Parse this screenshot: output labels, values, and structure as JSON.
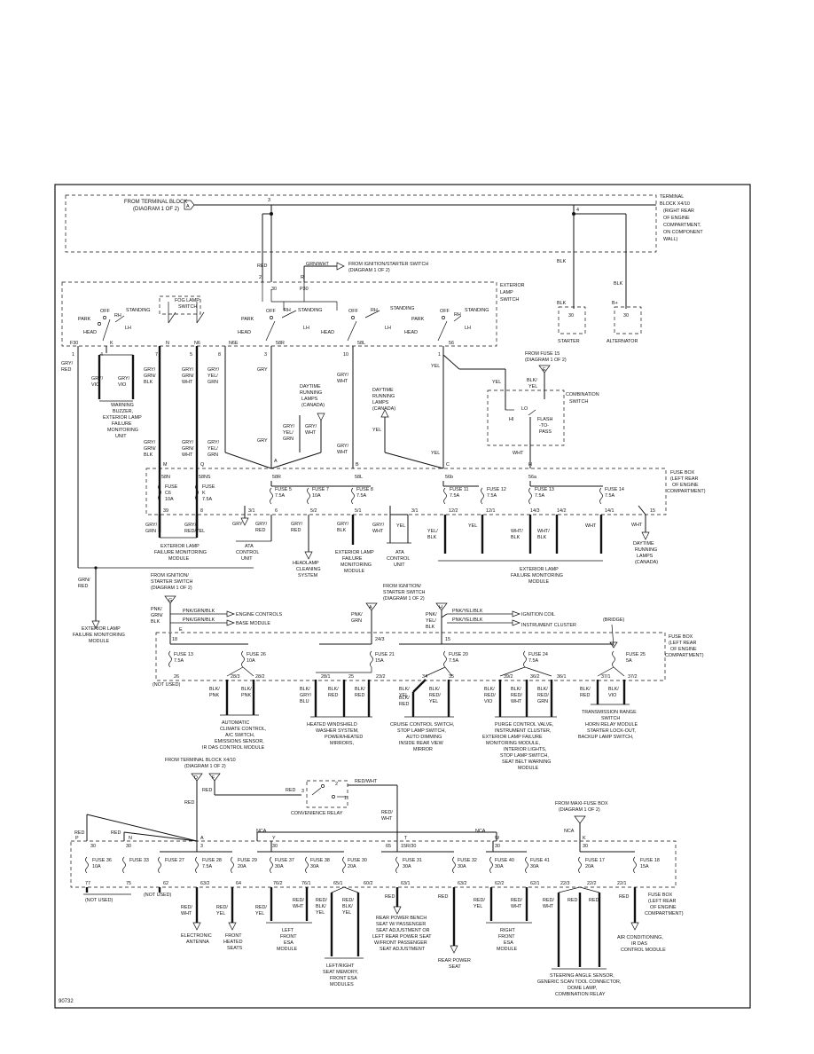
{
  "diagram_id": "90732",
  "terminal_block": {
    "from_label": [
      "FROM TERMINAL BLOCK",
      "(DIAGRAM 1 OF 2)"
    ],
    "pin_a": "A",
    "pin_3": "3",
    "pin_4": "4",
    "name": [
      "TERMINAL",
      "BLOCK X4/10",
      "(RIGHT REAR",
      "OF ENGINE",
      "COMPARTMENT,",
      "ON COMPONENT",
      "WALL)"
    ]
  },
  "ignition_from": [
    "FROM IGNITION/STARTER SWITCH",
    "(DIAGRAM 1 OF 2)"
  ],
  "ignition_wire": "GRN/WHT",
  "ignition_pin": "R",
  "lamp_switch": {
    "name": [
      "EXTERIOR",
      "LAMP",
      "SWITCH"
    ],
    "off": "OFF",
    "park": "PARK",
    "head": "HEAD",
    "standing": "STANDING",
    "rh": "RH",
    "lh": "LH",
    "fog": [
      "FOG LAMP",
      "SWITCH"
    ],
    "pins_top": [
      "2",
      "30",
      "P30"
    ],
    "pins_bottom": [
      "F30",
      "K",
      "N",
      "N6",
      "N6E",
      "58R",
      "58L",
      "56"
    ],
    "wire_nums": [
      "1",
      "4",
      "7",
      "5",
      "8",
      "3",
      "10",
      "1"
    ]
  },
  "red": "RED",
  "blk": "BLK",
  "bplus": "B+",
  "starter": {
    "pin": "30",
    "label": "STARTER"
  },
  "alternator": {
    "pin": "30",
    "label": "ALTERNATOR"
  },
  "left_wires": {
    "gry_red": [
      "GRY/",
      "RED"
    ],
    "gry_vio": [
      "GRY/",
      "VIO"
    ],
    "warning": [
      "WARNING",
      "BUZZER,",
      "EXTERIOR LAMP",
      "FAILURE",
      "MONITORING",
      "UNIT"
    ],
    "gry_grn_blk": [
      "GRY/",
      "GRN/",
      "BLK"
    ],
    "gry_grn_wht": [
      "GRY/",
      "GRN/",
      "WHT"
    ],
    "gry_yel_grn": [
      "GRY/",
      "YEL/",
      "GRN"
    ],
    "gry": "GRY",
    "yel": "YEL",
    "gry_wht": [
      "GRY/",
      "WHT"
    ]
  },
  "daytime_canada": [
    "DAYTIME",
    "RUNNING",
    "LAMPS",
    "(CANADA)"
  ],
  "combo_switch": {
    "from": [
      "FROM FUSE 15",
      "(DIAGRAM 1 OF 2)"
    ],
    "pin": "E",
    "wire_blk_yel": [
      "BLK/",
      "YEL"
    ],
    "name": [
      "COMBINATION",
      "SWITCH"
    ],
    "lo": "LO",
    "hi": "HI",
    "flash": [
      "FLASH",
      "-TO-",
      "PASS"
    ],
    "yel": "YEL",
    "wht": "WHT"
  },
  "fusebox_upper": {
    "name": [
      "FUSE BOX",
      "(LEFT REAR",
      "OF ENGINE",
      "COMPARTMENT)"
    ],
    "pins_top": [
      "M",
      "Q",
      "A",
      "B",
      "C",
      "H"
    ],
    "labels_top": [
      "58N",
      "58NS",
      "58R",
      "58L",
      "56b",
      "56a"
    ],
    "fuses": [
      [
        "FUSE",
        "C6",
        "10A"
      ],
      [
        "FUSE",
        "K",
        "7.5A"
      ],
      [
        "FUSE 5",
        "7.5A"
      ],
      [
        "FUSE 7",
        "10A"
      ],
      [
        "FUSE 8",
        "7.5A"
      ],
      [
        "FUSE 11",
        "7.5A"
      ],
      [
        "FUSE 12",
        "7.5A"
      ],
      [
        "FUSE 13",
        "7.5A"
      ],
      [
        "FUSE 14",
        "7.5A"
      ]
    ],
    "pins_bottom": [
      "39",
      "8",
      "3/1",
      "6",
      "5/2",
      "5/1",
      "3/1",
      "12/2",
      "12/1",
      "14/3",
      "14/2",
      "14/1",
      "15"
    ],
    "out_wires": [
      "GRY/\nGRN",
      "GRY/\nRED/YEL",
      "GRY",
      "GRY/\nRED",
      "GRY/\nRED",
      "GRY/\nBLK",
      "GRY/\nWHT",
      "YEL",
      "YEL/\nBLK",
      "YEL",
      "WHT/\nBLK",
      "WHT/\nBLK",
      "WHT",
      "WHT"
    ],
    "dest": {
      "elfmm": [
        "EXTERIOR LAMP",
        "FAILURE MONITORING",
        "MODULE"
      ],
      "ata": [
        "ATA",
        "CONTROL",
        "UNIT"
      ],
      "headlamp": [
        "HEADLAMP",
        "CLEANING",
        "SYSTEM"
      ],
      "elfmm2": [
        "EXTERIOR LAMP",
        "FAILURE",
        "MONITORING",
        "MODULE"
      ],
      "ata2": [
        "ATA",
        "CONTROL",
        "UNIT"
      ],
      "elfmm3": [
        "EXTERIOR LAMP",
        "FAILURE MONITORING",
        "MODULE"
      ],
      "drl": [
        "DAYTIME",
        "RUNNING",
        "LAMPS",
        "(CANADA)"
      ]
    }
  },
  "left_module": [
    "EXTERIOR LAMP",
    "FAILURE MONITORING",
    "MODULE"
  ],
  "grn_red": [
    "GRN/",
    "RED"
  ],
  "fusebox_middle": {
    "from_ign_left": [
      "FROM IGNITION/",
      "STARTER SWITCH",
      "(DIAGRAM 1 OF 2)"
    ],
    "from_ign_mid": [
      "FROM IGNITION/",
      "STARTER SWITCH",
      "(DIAGRAM 1 OF 2)"
    ],
    "pins": [
      "G",
      "E",
      "A",
      "H",
      "K"
    ],
    "w_pnk_grn_blk": [
      "PNK/",
      "GRN/",
      "BLK"
    ],
    "engine_controls": "ENGINE CONTROLS",
    "base_module": "BASE MODULE",
    "pnk_grn_blk": "PNK/GRN/BLK",
    "w_pnk_grn": [
      "PNK/",
      "GRN"
    ],
    "w_pnk_yel_blk": [
      "PNK/",
      "YEL/",
      "BLK"
    ],
    "pnk_yel_blk": "PNK/YEL/BLK",
    "ignition_coil": "IGNITION COIL",
    "instrument_cluster": "INSTRUMENT CLUSTER",
    "bridge": "(BRIDGE)",
    "name": [
      "FUSE BOX",
      "(LEFT REAR",
      "OF ENGINE",
      "COMPARTMENT)"
    ],
    "top_pins": [
      "18",
      "24/3",
      "15"
    ],
    "fuses": [
      [
        "FUSE 13",
        "7.5A"
      ],
      [
        "FUSE 26",
        "10A"
      ],
      [
        "FUSE 21",
        "15A"
      ],
      [
        "FUSE 20",
        "7.5A"
      ],
      [
        "FUSE 24",
        "7.5A"
      ],
      [
        "FUSE 25",
        "5A"
      ]
    ],
    "bottom_pins": [
      "26",
      "28/3",
      "28/2",
      "28/1",
      "25",
      "23/2",
      "34",
      "35",
      "39/2",
      "36/2",
      "36/1",
      "37/1",
      "37/2"
    ],
    "not_used": "(NOT USED)",
    "wires": [
      "BLK/\nPNK",
      "BLK/\nPNK",
      "BLK/\nGRY/\nBLU",
      "BLK/\nRED",
      "BLK/\nRED",
      "BLK/\nYEL",
      "BLK/\nRED",
      "BLK/\nRED/\nYEL",
      "BLK/\nRED/\nVIO",
      "BLK/\nRED/\nWHT",
      "BLK/\nRED/\nGRN",
      "BLK/\nRED",
      "BLK/\nVIO"
    ],
    "dest": {
      "climate": [
        "AUTOMATIC",
        "CLIMATE CONTROL,",
        "A/C SWITCH,",
        "EMISSIONS SENSOR,",
        "IR DAS CONTROL MODULE"
      ],
      "washer": [
        "HEATED WINDSHIELD",
        "WASHER SYSTEM,",
        "POWER/HEATED",
        "MIRRORS,"
      ],
      "cruise": [
        "CRUISE CONTROL SWITCH,",
        "STOP LAMP SWITCH,",
        "AUTO DIMMING",
        "INSIDE REAR VIEW",
        "MIRROR"
      ],
      "purge": [
        "PURGE CONTROL VALVE,",
        "INSTRUMENT CLUSTER,",
        "EXTERIOR LAMP FAILURE",
        "MONITORING MODULE,",
        "INTERIOR LIGHTS,",
        "STOP LAMP SWITCH,",
        "SEAT BELT WARNING",
        "MODULE"
      ],
      "trans": [
        "TRANSMISSION RANGE",
        "SWITCH",
        "HORN RELAY MODULE",
        "STARTER LOCK-OUT,",
        "BACKUP LAMP SWITCH,"
      ]
    }
  },
  "fusebox_lower": {
    "from_tb": [
      "FROM TERMINAL BLOCK X4/10",
      "(DIAGRAM 1 OF 2)"
    ],
    "tb_pins": [
      "D",
      "F"
    ],
    "conv_relay": "CONVENIENCE RELAY",
    "relay_pins": [
      "3",
      "2",
      "1"
    ],
    "red_wht": "RED/WHT",
    "red_wht2": [
      "RED/",
      "WHT"
    ],
    "from_maxi": [
      "FROM MAXI-FUSE BOX",
      "(DIAGRAM 1 OF 2)"
    ],
    "top_pins": [
      "P",
      "N",
      "A",
      "Y",
      "NCA",
      "T",
      "NCA",
      "W",
      "NCA",
      "K"
    ],
    "top_nums": [
      "30",
      "30",
      "3",
      "30",
      "65",
      "15R/30",
      "30",
      "30"
    ],
    "fuses": [
      [
        "FUSE 36",
        "10A"
      ],
      [
        "FUSE 33"
      ],
      [
        "FUSE 27"
      ],
      [
        "FUSE 28",
        "7.5A"
      ],
      [
        "FUSE 29",
        "20A"
      ],
      [
        "FUSE 37",
        "30A"
      ],
      [
        "FUSE 38",
        "30A"
      ],
      [
        "FUSE 30",
        "20A"
      ],
      [
        "FUSE 31",
        "30A"
      ],
      [
        "FUSE 32",
        "30A"
      ],
      [
        "FUSE 40",
        "30A"
      ],
      [
        "FUSE 41",
        "30A"
      ],
      [
        "FUSE 17",
        "20A"
      ],
      [
        "FUSE 18",
        "15A"
      ]
    ],
    "bottom_pins": [
      "77",
      "75",
      "62",
      "63/2",
      "64",
      "76/2",
      "76/1",
      "65/1",
      "60/2",
      "63/1",
      "63/2",
      "62/2",
      "62/1",
      "22/3",
      "22/2",
      "22/1"
    ],
    "wires": [
      "RED/\nWHT",
      "RED/\nYEL",
      "RED/\nYEL",
      "RED/\nWHT",
      "RED/\nBLK/\nYEL",
      "RED/\nBLK/\nYEL",
      "RED",
      "RED",
      "RED/\nYEL",
      "RED/\nWHT",
      "RED/\nWHT",
      "RED",
      "RED",
      "RED"
    ],
    "name": [
      "FUSE BOX",
      "(LEFT REAR",
      "OF ENGINE",
      "COMPARTMENT)"
    ],
    "not_used_a": "(NOT USED)",
    "not_used_b": "(NOT USED)",
    "dest": {
      "antenna": [
        "ELECTRONIC",
        "ANTENNA"
      ],
      "heated": [
        "FRONT",
        "HEATED",
        "SEATS"
      ],
      "lf_esa": [
        "LEFT",
        "FRONT",
        "ESA",
        "MODULE"
      ],
      "memory": [
        "LEFT/RIGHT",
        "SEAT MEMORY,",
        "FRONT ESA",
        "MODULES"
      ],
      "rear_bench": [
        "REAR POWER BENCH",
        "SEAT W/ PASSENGER",
        "SEAT ADJUSTMENT OR",
        "LEFT REAR POWER SEAT",
        "W/FRONT PASSENGER",
        "SEAT ADJUSTMENT"
      ],
      "rear_seat": [
        "REAR POWER",
        "SEAT"
      ],
      "rf_esa": [
        "RIGHT",
        "FRONT",
        "ESA",
        "MODULE"
      ],
      "steering": [
        "STEERING ANGLE SENSOR,",
        "GENERIC SCAN TOOL CONNECTOR,",
        "DOME LAMP,",
        "COMBINATION RELAY"
      ],
      "ac": [
        "AIR CONDITIONING,",
        "IR DAS",
        "CONTROL MODULE"
      ]
    }
  }
}
